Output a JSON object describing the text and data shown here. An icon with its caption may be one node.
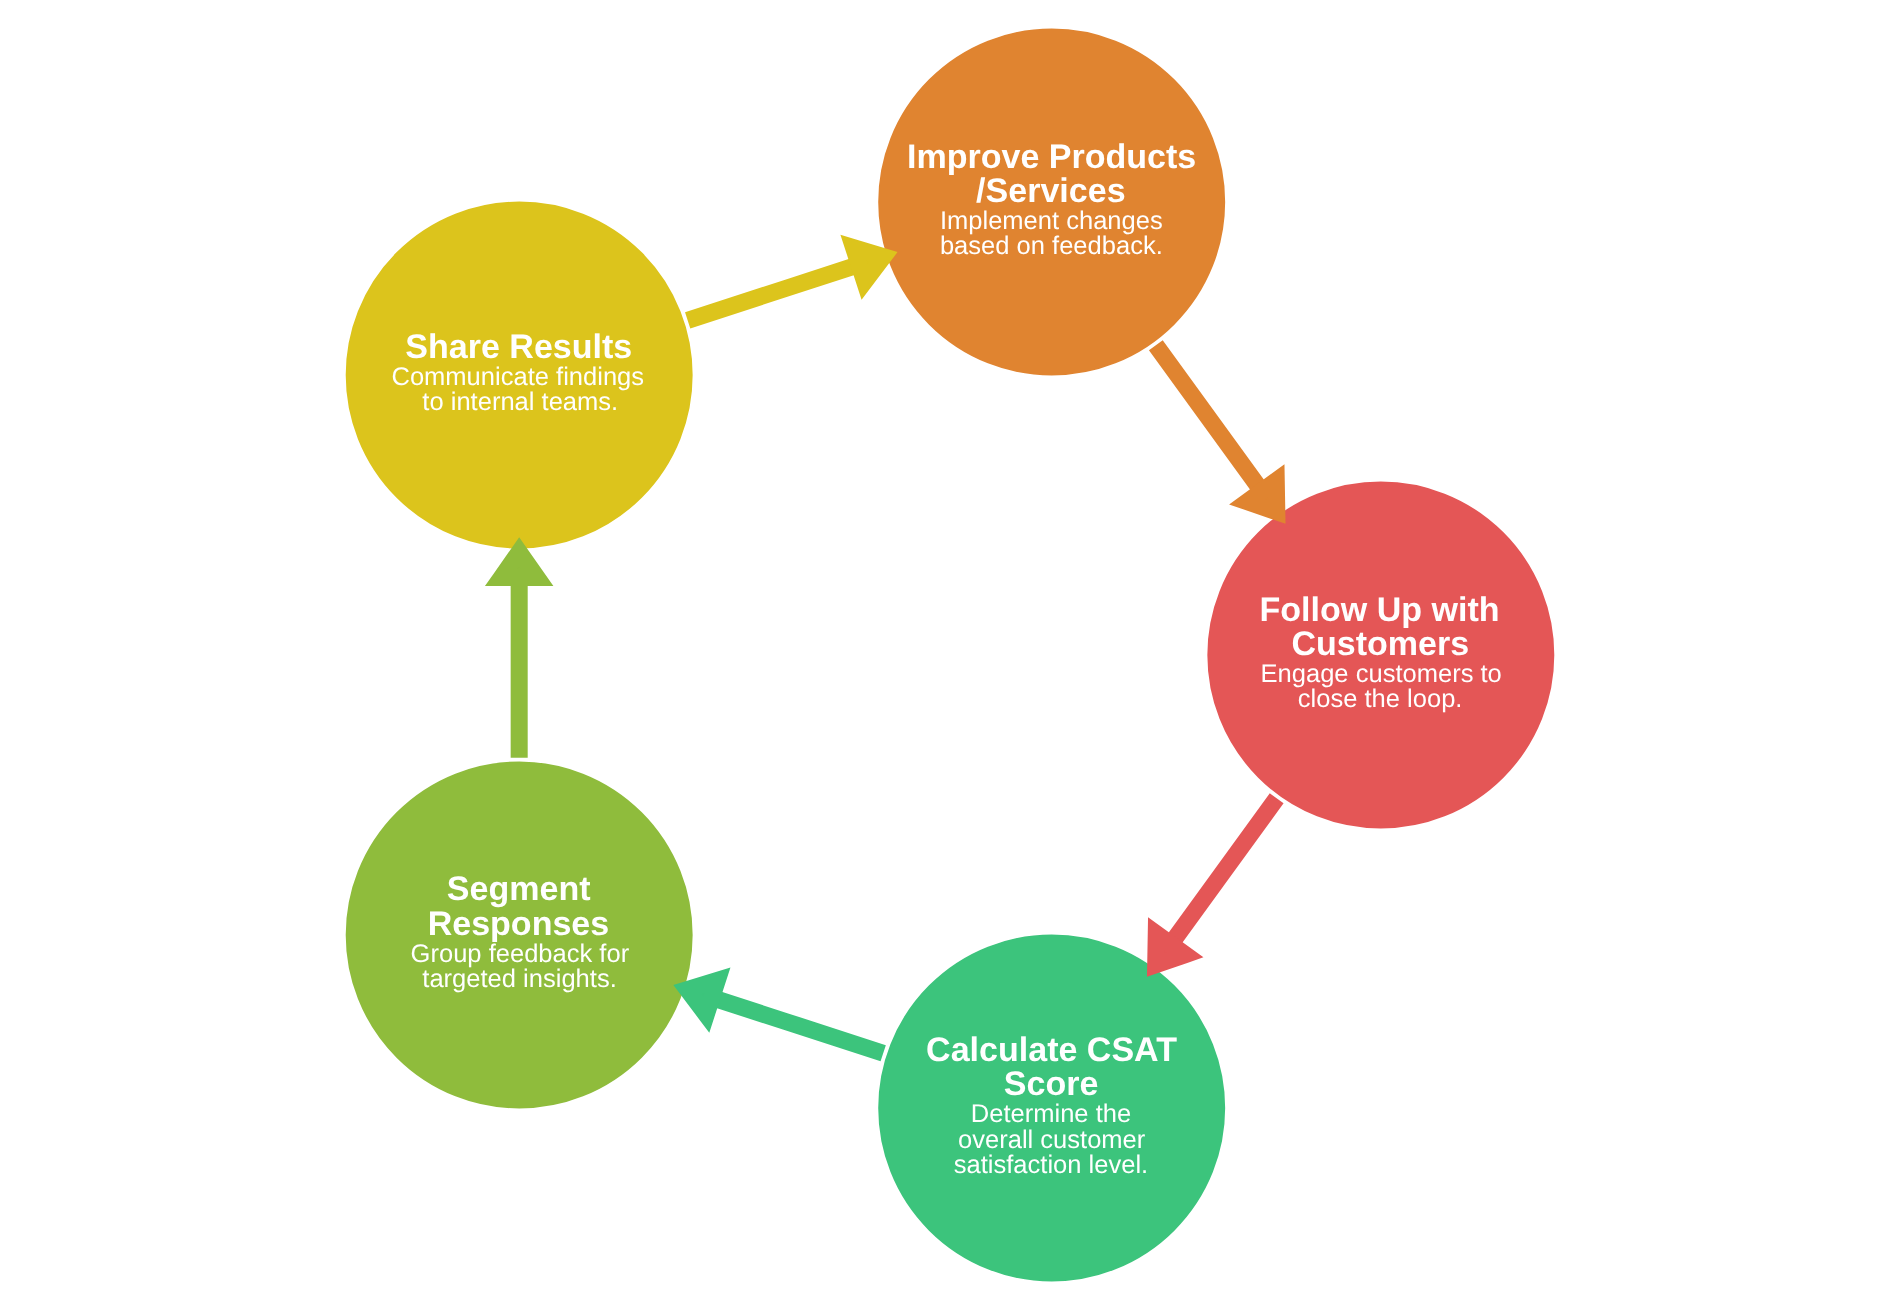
{
  "diagram": {
    "nodes": [
      {
        "text": [
          "Calculate CSAT Score",
          "Determine the overall customer satisfaction level."
        ]
      },
      {
        "text": [
          "Segment Responses",
          "Group feedback for targeted insights."
        ]
      },
      {
        "text": [
          "Share Results",
          "Communicate findings to internal teams."
        ]
      },
      {
        "text": [
          "Improve Products/Services",
          "Implement changes based on feedback."
        ]
      },
      {
        "text": [
          "Follow Up with Customers",
          "Engage customers to close the loop."
        ]
      }
    ],
    "edges": [
      {
        "from": 0,
        "to": 1,
        "arrow": "to",
        "color": "#3cc47c"
      },
      {
        "from": 1,
        "to": 2,
        "arrow": "to",
        "color": "#8fbc3c"
      },
      {
        "from": 2,
        "to": 3,
        "arrow": "to",
        "color": "#dcc41c"
      },
      {
        "from": 3,
        "to": 4,
        "arrow": "to",
        "color": "#e08430"
      },
      {
        "from": 4,
        "to": 0,
        "arrow": "to",
        "color": "#e45656"
      }
    ]
  }
}
